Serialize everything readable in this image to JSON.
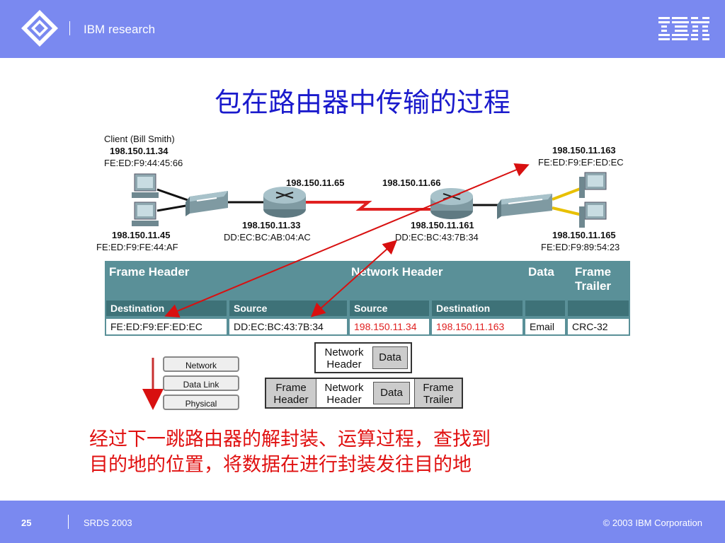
{
  "header": {
    "label": "IBM research",
    "logo": "IBM"
  },
  "title": "包在路由器中传输的过程",
  "network": {
    "client_name": "Client (Bill Smith)",
    "client_ip": "198.150.11.34",
    "client_mac": "FE:ED:F9:44:45:66",
    "pc2_ip": "198.150.11.45",
    "pc2_mac": "FE:ED:F9:FE:44:AF",
    "router1_wan_ip": "198.150.11.65",
    "router1_lan_ip": "198.150.11.33",
    "router1_lan_mac": "DD:EC:BC:AB:04:AC",
    "router2_wan_ip": "198.150.11.66",
    "router2_lan_ip": "198.150.11.161",
    "router2_lan_mac": "DD:EC:BC:43:7B:34",
    "dest_ip": "198.150.11.163",
    "dest_mac": "FE:ED:F9:EF:ED:EC",
    "pc4_ip": "198.150.11.165",
    "pc4_mac": "FE:ED:F9:89:54:23"
  },
  "frame_table": {
    "row1": [
      "Frame Header",
      "Network Header",
      "Data",
      "Frame",
      "Trailer"
    ],
    "row2": [
      "Destination",
      "Source",
      "Source",
      "Destination",
      "",
      ""
    ],
    "row3": [
      "FE:ED:F9:EF:ED:EC",
      "DD:EC:BC:43:7B:34",
      "198.150.11.34",
      "198.150.11.163",
      "Email",
      "CRC-32"
    ]
  },
  "layers": [
    "Network",
    "Data Link",
    "Physical"
  ],
  "encapsulation": {
    "network_header": "Network\nHeader",
    "data": "Data",
    "frame_header": "Frame\nHeader",
    "frame_trailer": "Frame\nTrailer"
  },
  "description": {
    "line1": "经过下一跳路由器的解封装、运算过程，查找到",
    "line2": "目的地的位置，将数据在进行封装发往目的地"
  },
  "footer": {
    "page": "25",
    "conference": "SRDS 2003",
    "copyright": "© 2003 IBM Corporation"
  },
  "colors": {
    "bar": "#7a89f0",
    "title": "#1a1acc",
    "table": "#5a9098",
    "red": "#e01010"
  }
}
